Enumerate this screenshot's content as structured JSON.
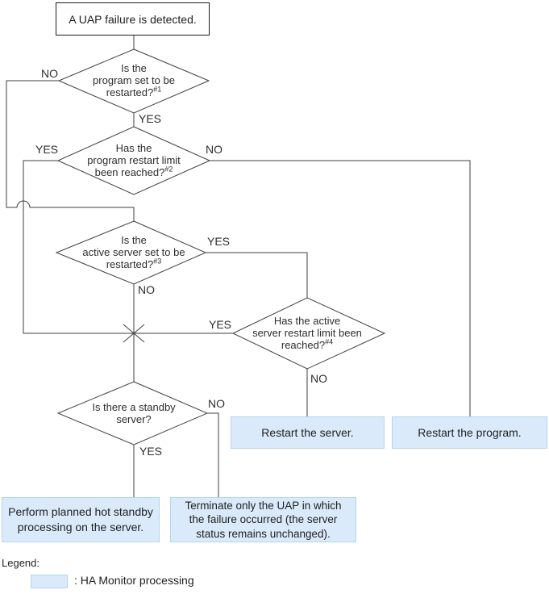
{
  "diagram": {
    "start": {
      "text": "A UAP failure is detected."
    },
    "labels": {
      "yes": "YES",
      "no": "NO"
    },
    "decisions": {
      "d1": {
        "lines": [
          "Is the",
          "program set to be",
          "restarted?"
        ],
        "sup": "#1"
      },
      "d2": {
        "lines": [
          "Has the",
          "program restart limit",
          "been reached?"
        ],
        "sup": "#2"
      },
      "d3": {
        "lines": [
          "Is the",
          "active server set to be",
          "restarted?"
        ],
        "sup": "#3"
      },
      "d4": {
        "lines": [
          "Has the active",
          "server restart limit been",
          "reached?"
        ],
        "sup": "#4"
      },
      "d5": {
        "lines": [
          "Is there a standby",
          "server?"
        ]
      }
    },
    "actions": {
      "restart_server": "Restart the server.",
      "restart_program": "Restart the program.",
      "perform_planned": [
        "Perform planned hot standby",
        "processing on the server."
      ],
      "terminate_uap": [
        "Terminate only the UAP in which",
        "the failure occurred (the server",
        "status remains unchanged)."
      ]
    },
    "legend": {
      "title": "Legend:",
      "entry": ": HA Monitor processing"
    },
    "colors": {
      "action_fill": "#dbeafb",
      "action_border": "#b2d6ec",
      "line": "#3f3f3f",
      "text": "#2e2e2e"
    }
  }
}
